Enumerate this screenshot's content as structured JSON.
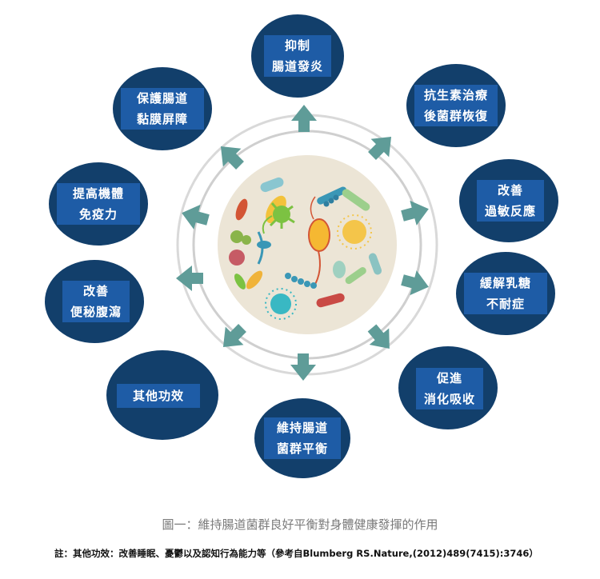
{
  "colors": {
    "node_fill": "#123f6b",
    "node_label_box": "#1e5ca6",
    "arrow": "#5f9c98",
    "ring": "#d5d5d5",
    "bacteria_bg": "#ece5d6"
  },
  "center_image": "bacteria-illustration",
  "nodes": [
    {
      "lines": [
        "抑制",
        "腸道發炎"
      ]
    },
    {
      "lines": [
        "抗生素治療",
        "後菌群恢復"
      ]
    },
    {
      "lines": [
        "改善",
        "過敏反應"
      ]
    },
    {
      "lines": [
        "緩解乳糖",
        "不耐症"
      ]
    },
    {
      "lines": [
        "促進",
        "消化吸收"
      ]
    },
    {
      "lines": [
        "維持腸道",
        "菌群平衡"
      ]
    },
    {
      "lines": [
        "其他功效"
      ]
    },
    {
      "lines": [
        "改善",
        "便秘腹瀉"
      ]
    },
    {
      "lines": [
        "提高機體",
        "免疫力"
      ]
    },
    {
      "lines": [
        "保護腸道",
        "黏膜屏障"
      ]
    }
  ],
  "caption": "圖一：維持腸道菌群良好平衡對身體健康發揮的作用",
  "note": "註：其他功效：改善睡眠、憂鬱以及認知行為能力等（參考自Blumberg RS.Nature,(2012)489(7415):3746）"
}
